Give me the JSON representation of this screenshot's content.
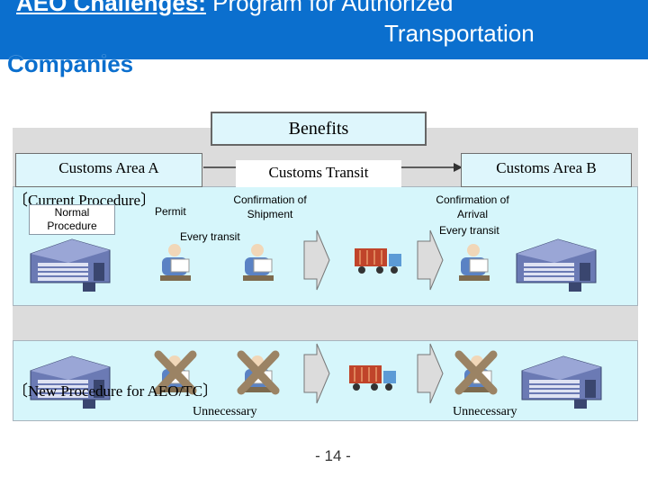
{
  "title": {
    "line1_underlined": "AEO Challenges:",
    "line1_rest": " Program for Authorized",
    "line2": "Transportation",
    "line3": "Companies"
  },
  "diagram": {
    "benefits": "Benefits",
    "area_a": "Customs Area A",
    "transit": "Customs Transit",
    "area_b": "Customs Area  B",
    "current_procedure": "〔Current Procedure〕",
    "normal_procedure": "Normal Procedure",
    "permit": "Permit",
    "confirmation_shipment": "Confirmation of Shipment",
    "confirmation_arrival": "Confirmation of Arrival",
    "every_transit_1": "Every transit",
    "every_transit_2": "Every transit",
    "new_procedure": "〔New Procedure for AEO/TC〕",
    "unnecessary_1": "Unnecessary",
    "unnecessary_2": "Unnecessary"
  },
  "page_number": "- 14 -",
  "colors": {
    "title_bar": "#0b6fce",
    "panel": "#d6f6fb",
    "cross": "#9b8364"
  }
}
